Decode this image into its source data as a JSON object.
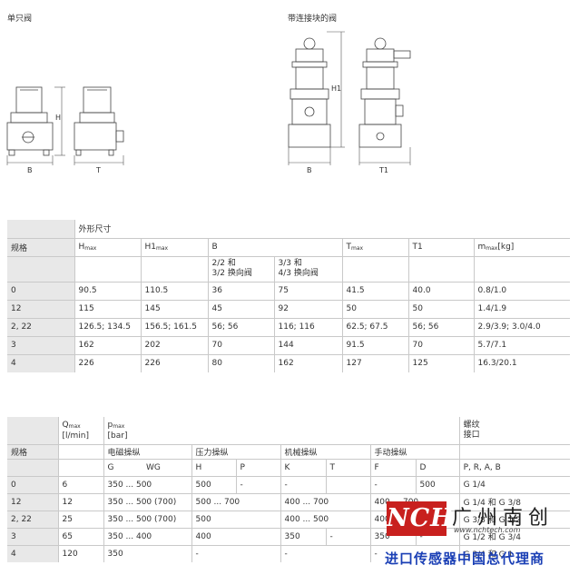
{
  "diagrams": {
    "left_caption": "单只阀",
    "right_caption": "带连接块的阀",
    "dim_labels": {
      "H": "H",
      "B": "B",
      "T": "T",
      "H1": "H1",
      "T1": "T1"
    }
  },
  "table1": {
    "group_header": "外形尺寸",
    "row_header": "规格",
    "columns": [
      {
        "main": "H",
        "sub": "max"
      },
      {
        "main": "H1",
        "sub": "max"
      },
      {
        "main": "B",
        "sub": ""
      },
      {
        "main": "",
        "sub": ""
      },
      {
        "main": "T",
        "sub": "max"
      },
      {
        "main": "T1",
        "sub": ""
      },
      {
        "main": "m",
        "sub": "max",
        "suffix": "[kg]"
      }
    ],
    "b_sub_1": [
      "2/2 和",
      "3/2 换向阀"
    ],
    "b_sub_2": [
      "3/3 和",
      "4/3 换向阀"
    ],
    "rows": [
      [
        "0",
        "90.5",
        "110.5",
        "36",
        "75",
        "41.5",
        "40.0",
        "0.8/1.0"
      ],
      [
        "12",
        "115",
        "145",
        "45",
        "92",
        "50",
        "50",
        "1.4/1.9"
      ],
      [
        "2, 22",
        "126.5; 134.5",
        "156.5; 161.5",
        "56; 56",
        "116; 116",
        "62.5; 67.5",
        "56; 56",
        "2.9/3.9; 3.0/4.0"
      ],
      [
        "3",
        "162",
        "202",
        "70",
        "144",
        "91.5",
        "70",
        "5.7/7.1"
      ],
      [
        "4",
        "226",
        "226",
        "80",
        "162",
        "127",
        "125",
        "16.3/20.1"
      ]
    ]
  },
  "table2": {
    "q_header": {
      "main": "Q",
      "sub": "max",
      "unit": "[l/min]"
    },
    "p_header": {
      "main": "p",
      "sub": "max",
      "unit": "[bar]"
    },
    "port_header": [
      "螺纹",
      "接口"
    ],
    "row_header": "规格",
    "groups": [
      "电磁操纵",
      "压力操纵",
      "机械操纵",
      "手动操纵"
    ],
    "subs": [
      "G",
      "WG",
      "H",
      "P",
      "K",
      "T",
      "F",
      "D",
      "P, R, A, B"
    ],
    "rows": [
      [
        "0",
        "6",
        "350 ... 500",
        "",
        "500",
        "-",
        "-",
        "",
        "-",
        "500",
        "G 1/4"
      ],
      [
        "12",
        "12",
        "350 ... 500 (700)",
        "",
        "500 ... 700",
        "",
        "400 ... 700",
        "",
        "400 ... 700",
        "",
        "G 1/4 和 G 3/8"
      ],
      [
        "2, 22",
        "25",
        "350 ... 500 (700)",
        "",
        "500",
        "",
        "400 ... 500",
        "",
        "400 ... 500",
        "",
        "G 3/8 和 G 1/2"
      ],
      [
        "3",
        "65",
        "350 ... 400",
        "",
        "400",
        "",
        "350",
        "-",
        "350",
        "-",
        "G 1/2 和 G 3/4"
      ],
      [
        "4",
        "120",
        "350",
        "",
        "-",
        "",
        "-",
        "",
        "-",
        "",
        "G 3/4 和 G 1"
      ]
    ]
  },
  "watermark": {
    "logo": "NCH",
    "company": "广州南创",
    "url": "www.nchtech.com",
    "tagline": "进口传感器中国总代理商"
  },
  "colors": {
    "shade": "#e8e8e8",
    "logo_red": "#c8201e",
    "tagline_blue": "#1a3fb5"
  }
}
